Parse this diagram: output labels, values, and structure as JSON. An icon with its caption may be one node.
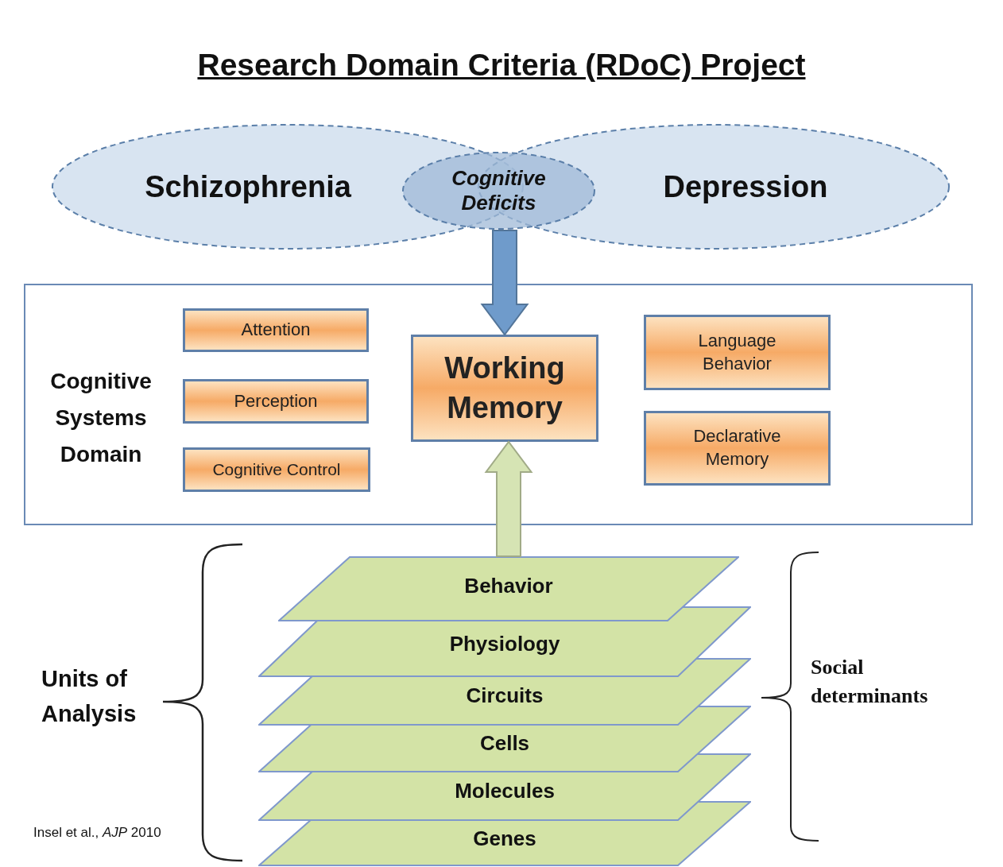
{
  "diagram": {
    "title": "Research Domain Criteria (RDoC) Project",
    "nodes": [
      {
        "text": [
          "Schizophrenia"
        ]
      },
      {
        "text": [
          "Depression"
        ]
      },
      {
        "text": [
          "Cognitive Deficits"
        ]
      },
      {
        "text": [
          "Cognitive Systems Domain"
        ]
      },
      {
        "text": [
          "Attention"
        ],
        "in": 3
      },
      {
        "text": [
          "Perception"
        ],
        "in": 3
      },
      {
        "text": [
          "Cognitive Control"
        ],
        "in": 3
      },
      {
        "text": [
          "Working Memory"
        ],
        "in": 3
      },
      {
        "text": [
          "Language Behavior"
        ],
        "in": 3
      },
      {
        "text": [
          "Declarative Memory"
        ],
        "in": 3
      },
      {
        "text": [
          "Behavior"
        ]
      },
      {
        "text": [
          "Physiology"
        ]
      },
      {
        "text": [
          "Circuits"
        ]
      },
      {
        "text": [
          "Cells"
        ]
      },
      {
        "text": [
          "Molecules"
        ]
      },
      {
        "text": [
          "Genes"
        ]
      }
    ],
    "edges": [
      {
        "from": 2,
        "to": 7,
        "arrow": "to",
        "style": "thick",
        "color": "#6f9bcb"
      },
      {
        "from": 10,
        "to": 7,
        "arrow": "to",
        "style": "thick",
        "color": "#d6e4b4"
      }
    ],
    "labels": [
      "Units of Analysis",
      "Social determinants",
      "Insel et al., *AJP* 2010"
    ]
  }
}
